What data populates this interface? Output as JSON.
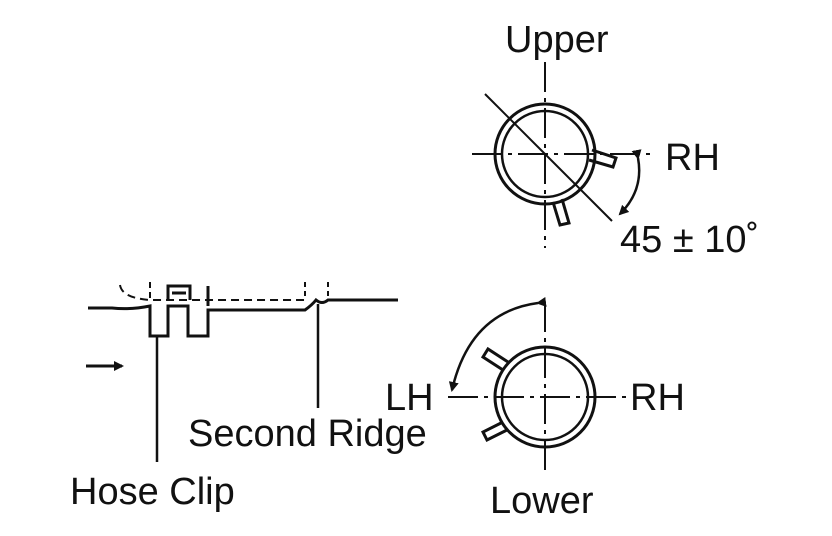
{
  "labels": {
    "upper": "Upper",
    "rh_top": "RH",
    "angle": "45 ± 10˚",
    "lh": "LH",
    "rh_bottom": "RH",
    "lower": "Lower",
    "second_ridge": "Second Ridge",
    "hose_clip": "Hose Clip"
  },
  "colors": {
    "ink": "#111111",
    "background": "#ffffff"
  }
}
